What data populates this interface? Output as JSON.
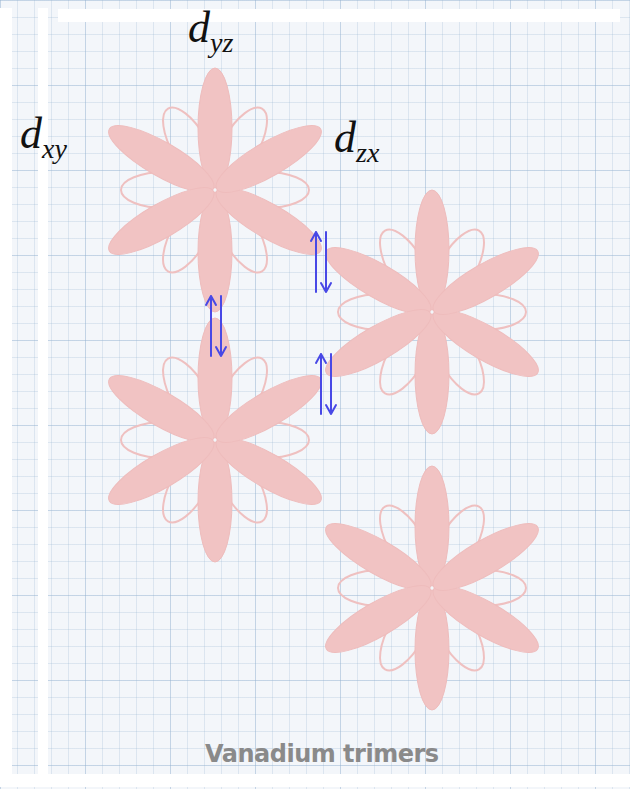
{
  "diagram": {
    "caption": "Vanadium trimers",
    "labels": [
      "dyz",
      "dxy",
      "dzx"
    ]
  }
}
